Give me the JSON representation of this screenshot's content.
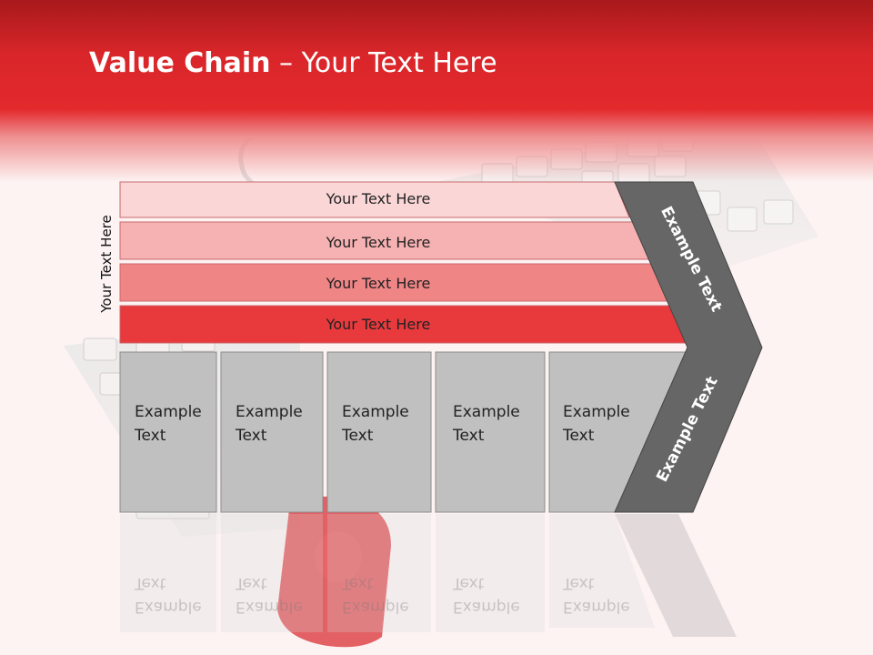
{
  "title": {
    "bold": "Value Chain",
    "rest": " – Your Text Here"
  },
  "side_label": "Your Text Here",
  "rows": [
    {
      "label": "Your Text Here",
      "color": "#fbd6d7"
    },
    {
      "label": "Your Text Here",
      "color": "#f6b1b2"
    },
    {
      "label": "Your Text Here",
      "color": "#f08586"
    },
    {
      "label": "Your Text Here",
      "color": "#e83a3d"
    }
  ],
  "columns": [
    {
      "line1": "Example",
      "line2": "Text"
    },
    {
      "line1": "Example",
      "line2": "Text"
    },
    {
      "line1": "Example",
      "line2": "Text"
    },
    {
      "line1": "Example",
      "line2": "Text"
    },
    {
      "line1": "Example",
      "line2": "Text"
    }
  ],
  "chevron": {
    "upper": "Example Text",
    "lower": "Example Text",
    "color": "#666666"
  },
  "colors": {
    "header": "#e3292c",
    "column": "#c0c0c0"
  }
}
